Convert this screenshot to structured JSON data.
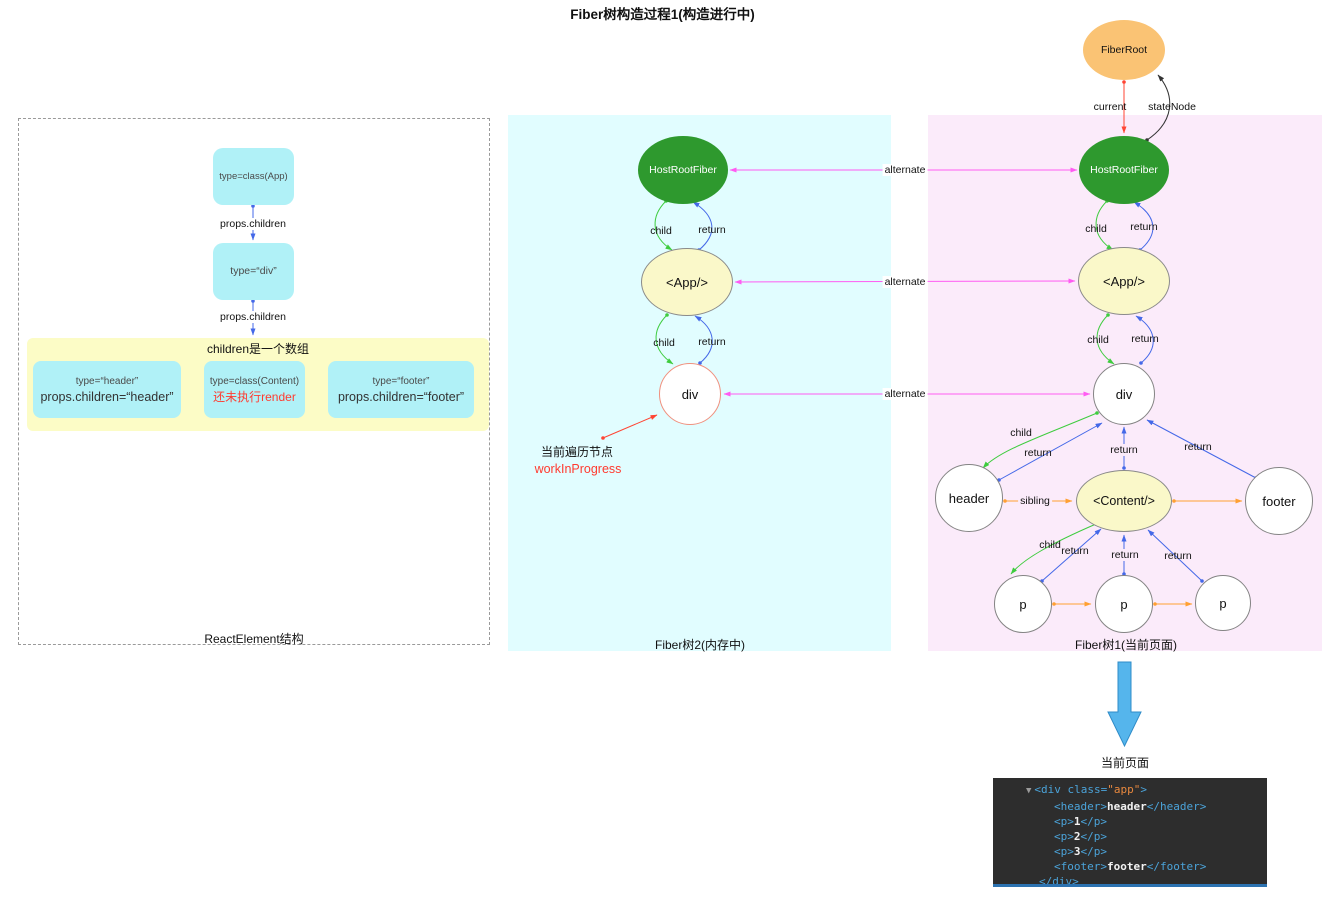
{
  "title": "Fiber树构造过程1(构造进行中)",
  "edge_labels": {
    "props_children": "props.children",
    "child": "child",
    "return": "return",
    "sibling": "sibling",
    "alternate": "alternate",
    "current": "current",
    "state_node": "stateNode"
  },
  "left_panel": {
    "caption": "ReactElement结构",
    "app_box": "type=class(App)",
    "div_box": "type=“div”",
    "band": {
      "title": "children是一个数组",
      "boxes": [
        {
          "line1": "type=“header”",
          "line2": "props.children=“header”"
        },
        {
          "line1": "type=class(Content)",
          "line2": "还未执行render"
        },
        {
          "line1": "type=“footer”",
          "line2": "props.children=“footer”"
        }
      ]
    }
  },
  "memory_tree": {
    "caption": "Fiber树2(内存中)",
    "host_root": "HostRootFiber",
    "app": "<App/>",
    "div": "div",
    "pointer_note": "当前遍历节点",
    "pointer_var": "workInProgress"
  },
  "current_tree": {
    "caption": "Fiber树1(当前页面)",
    "fiber_root": "FiberRoot",
    "host_root": "HostRootFiber",
    "app": "<App/>",
    "div": "div",
    "header": "header",
    "content": "<Content/>",
    "footer": "footer",
    "p": "p"
  },
  "bottom": {
    "caption": "当前页面",
    "code_lines": [
      {
        "s": [
          {
            "t": "▼"
          },
          {
            "t": "<div class="
          },
          {
            "t": "\"app\""
          },
          {
            "t": ">"
          }
        ]
      },
      {
        "s": [
          {
            "t": "<header>"
          },
          {
            "t": "header"
          },
          {
            "t": "</header>"
          }
        ]
      },
      {
        "s": [
          {
            "t": "<p>"
          },
          {
            "t": "1"
          },
          {
            "t": "</p>"
          }
        ]
      },
      {
        "s": [
          {
            "t": "<p>"
          },
          {
            "t": "2"
          },
          {
            "t": "</p>"
          }
        ]
      },
      {
        "s": [
          {
            "t": "<p>"
          },
          {
            "t": "3"
          },
          {
            "t": "</p>"
          }
        ]
      },
      {
        "s": [
          {
            "t": "<footer>"
          },
          {
            "t": "footer"
          },
          {
            "t": "</footer>"
          }
        ]
      },
      {
        "s": [
          {
            "t": "</div>"
          }
        ]
      }
    ]
  },
  "colors": {
    "memory_panel_bg": "#E1FDFF",
    "current_panel_bg": "#FBEBFA",
    "band_bg": "#FCFCC6",
    "cyan_box_bg": "#B0F1F7",
    "green_node": "#2E992E",
    "yellow_node": "#FAF8C9",
    "orange_node": "#FAC374",
    "salmon_border": "#F0907E",
    "child_edge": "#3ECC3E",
    "return_edge": "#4468E8",
    "sibling_edge": "#FFA033",
    "alternate_edge": "#FF5CF2",
    "current_edge": "#FF4433",
    "wip_red": "#FF3B30",
    "blue_arrow": "#55B5EC",
    "code_bg": "#2D2D2D",
    "code_tag": "#4BA3D9",
    "code_attr": "#E8883E",
    "code_bar": "#2C72B0"
  }
}
